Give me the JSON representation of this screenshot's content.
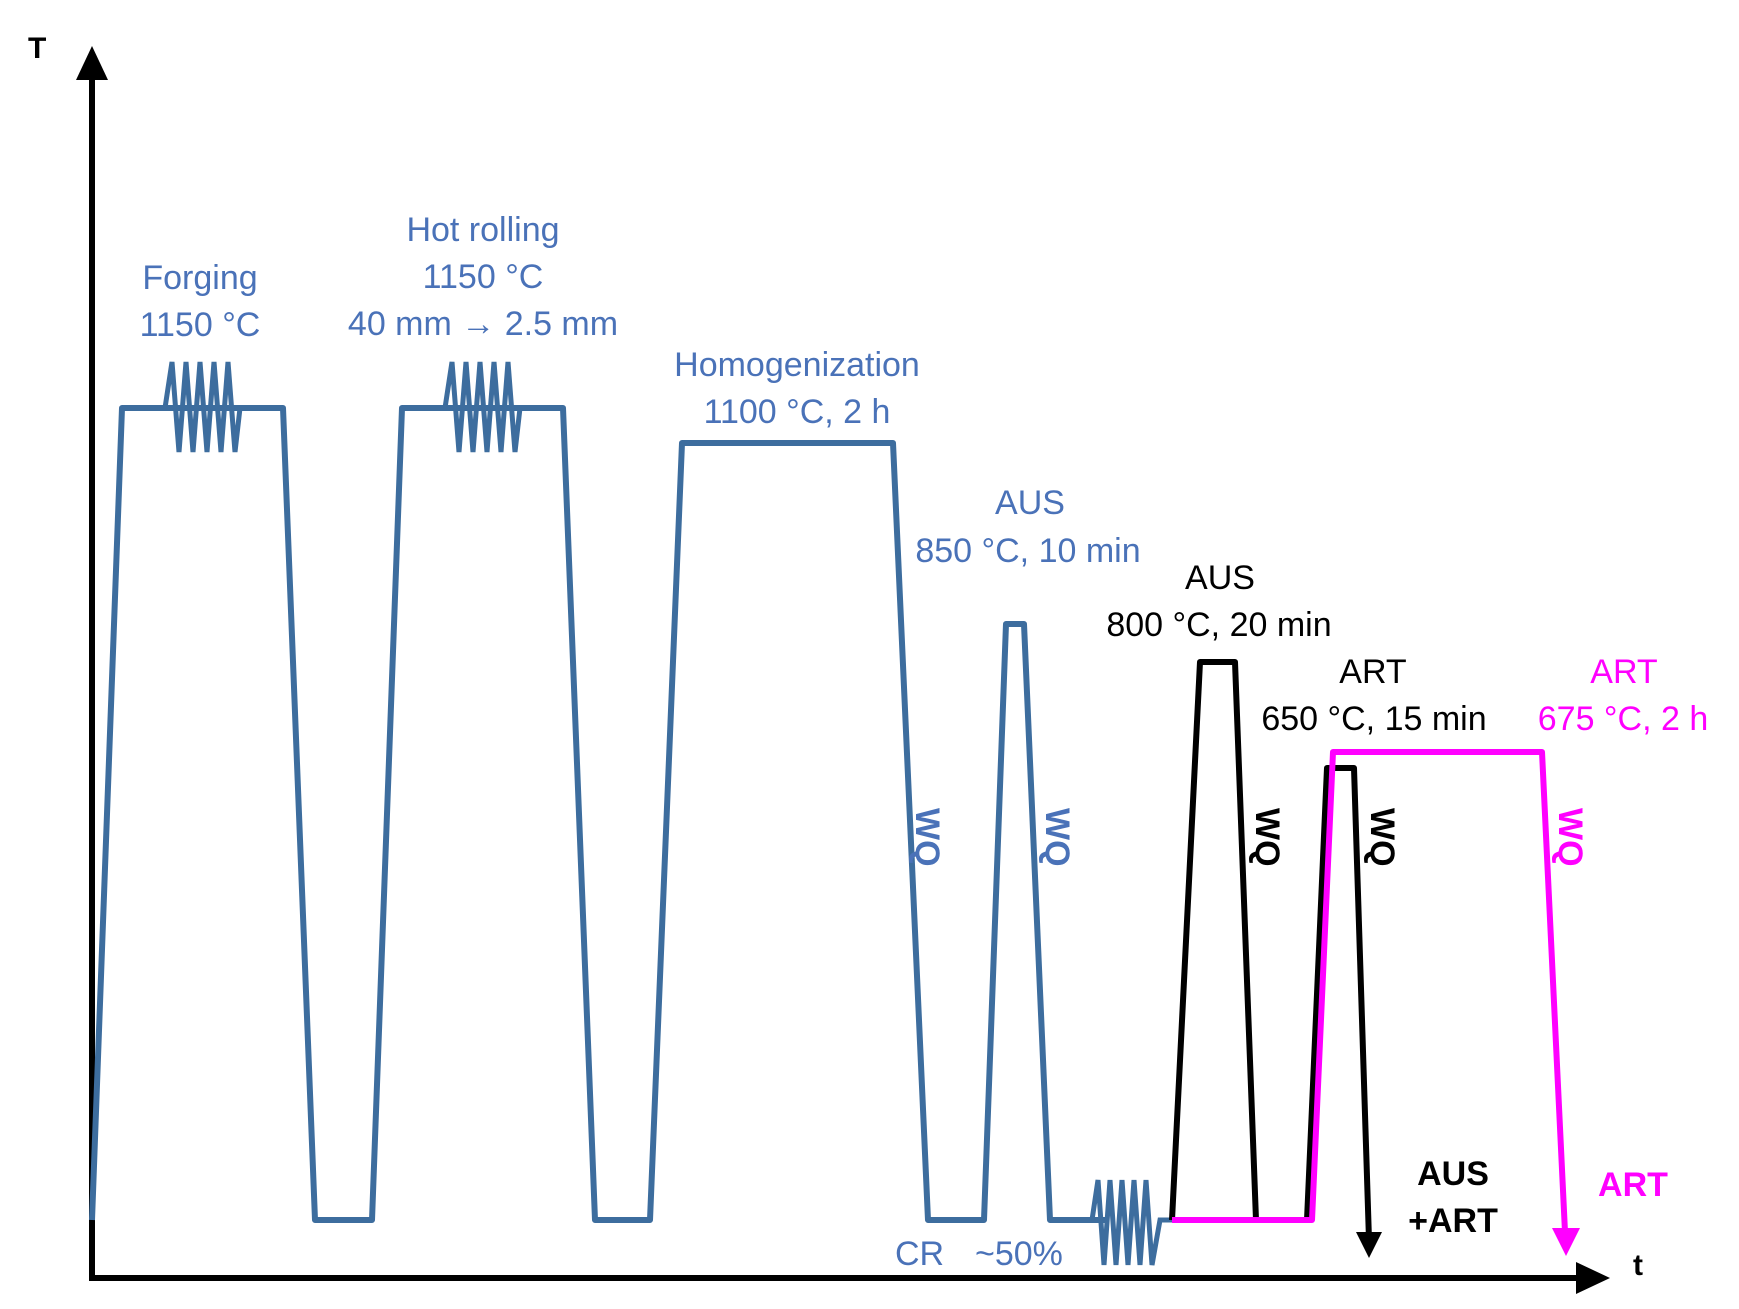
{
  "colors": {
    "blue": "#3d6d9e",
    "blue_text": "#4a72b8",
    "black": "#000000",
    "magenta": "#ff00ff"
  },
  "axes": {
    "y_label": "T",
    "x_label": "t"
  },
  "labels": {
    "forging_title": "Forging",
    "forging_temp": "1150 °C",
    "hotroll_title": "Hot rolling",
    "hotroll_temp": "1150 °C",
    "hotroll_reduction": "40 mm → 2.5 mm",
    "homog_title": "Homogenization",
    "homog_cond": "1100 °C, 2 h",
    "aus1_title": "AUS",
    "aus1_cond": "850 °C, 10 min",
    "aus2_title": "AUS",
    "aus2_cond": "800 °C, 20 min",
    "art1_title": "ART",
    "art1_cond": "650 °C, 15 min",
    "art2_title": "ART",
    "art2_cond": "675 °C, 2 h",
    "cr": "CR",
    "cr_amount": "~50%",
    "wq1": "WQ",
    "wq2": "WQ",
    "wq3": "WQ",
    "wq4": "WQ",
    "wq5": "WQ",
    "route_ausart_1": "AUS",
    "route_ausart_2": "+ART",
    "route_art": "ART"
  }
}
